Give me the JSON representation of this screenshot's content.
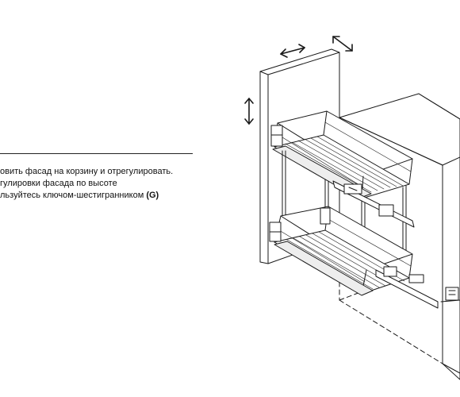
{
  "instructions": {
    "lines": [
      "овить фасад на корзину и отрегулировать.",
      "гулировки фасада по высоте",
      "льзуйтесь ключом-шестигранником"
    ],
    "tool_label": "(G)"
  },
  "illustration": {
    "subject": "two-tier pull-out wire basket mounted in cabinet with front panel",
    "icons": [
      "double-arrow-horizontal-icon",
      "double-arrow-diagonal-icon",
      "double-arrow-vertical-icon"
    ],
    "line_color": "#1a1a1a"
  }
}
